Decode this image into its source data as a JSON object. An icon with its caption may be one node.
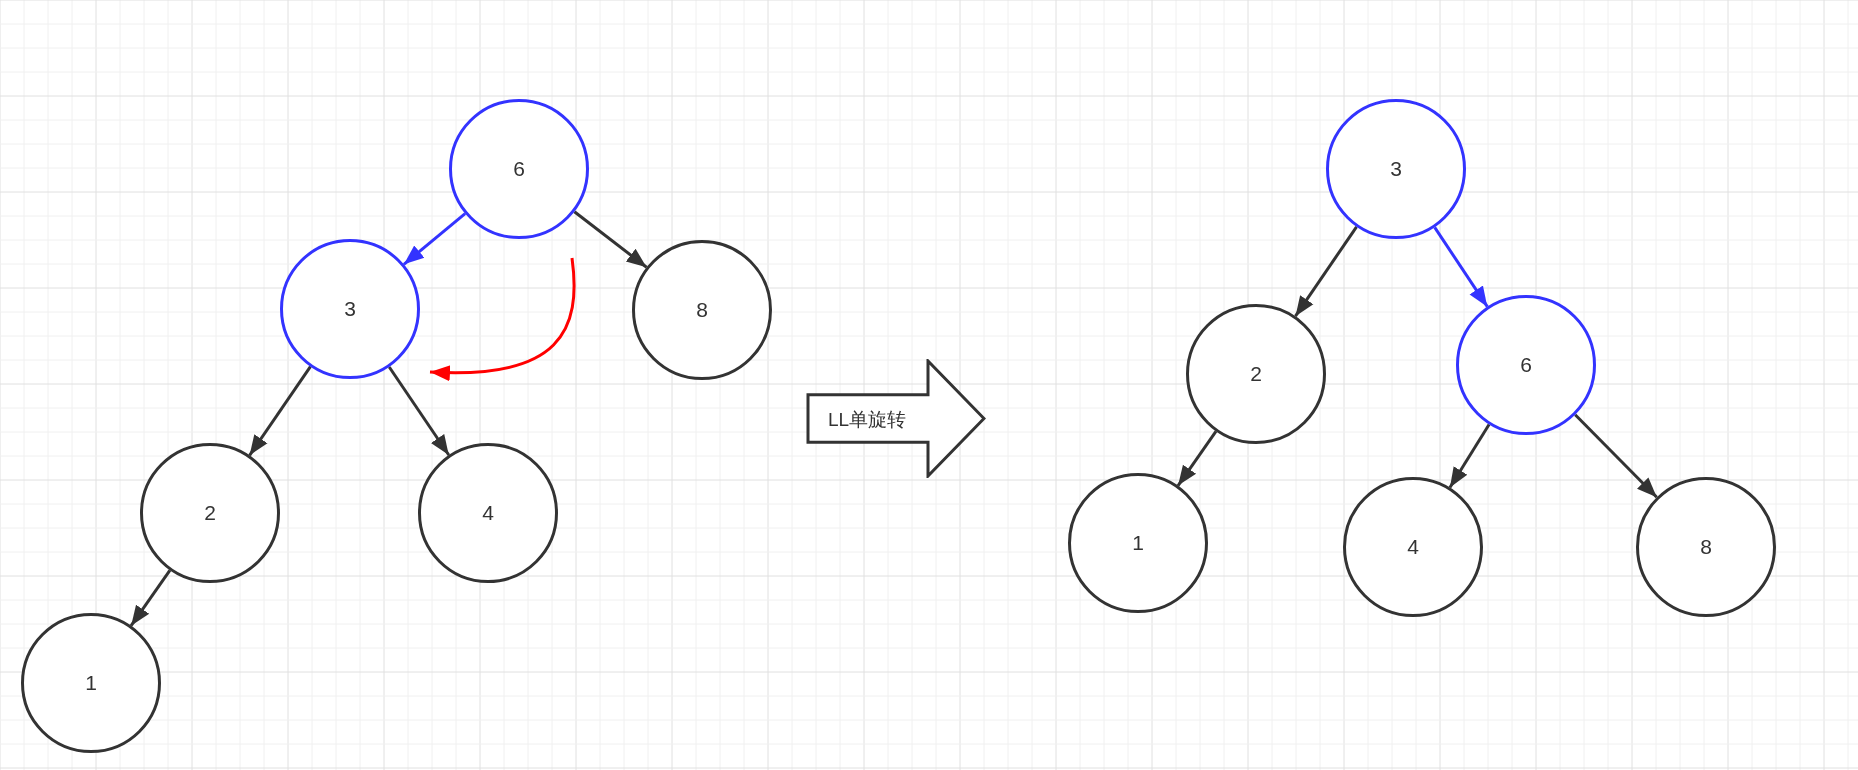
{
  "diagram": {
    "nodes": [
      {
        "text": [
          "6"
        ]
      },
      {
        "text": [
          "3"
        ]
      },
      {
        "text": [
          "8"
        ]
      },
      {
        "text": [
          "2"
        ]
      },
      {
        "text": [
          "4"
        ]
      },
      {
        "text": [
          "1"
        ]
      },
      {
        "text": [
          "LL单旋转"
        ]
      },
      {
        "text": [
          "3"
        ]
      },
      {
        "text": [
          "2"
        ]
      },
      {
        "text": [
          "6"
        ]
      },
      {
        "text": [
          "1"
        ]
      },
      {
        "text": [
          "4"
        ]
      },
      {
        "text": [
          "8"
        ]
      }
    ],
    "edges": [
      {
        "from": 0,
        "to": 1,
        "arrow": "to",
        "color": "#3333ff"
      },
      {
        "from": 0,
        "to": 2,
        "arrow": "to"
      },
      {
        "from": 1,
        "to": 3,
        "arrow": "to"
      },
      {
        "from": 1,
        "to": 4,
        "arrow": "to"
      },
      {
        "from": 3,
        "to": 5,
        "arrow": "to"
      },
      {
        "from": 7,
        "to": 8,
        "arrow": "to"
      },
      {
        "from": 7,
        "to": 9,
        "arrow": "to",
        "color": "#3333ff"
      },
      {
        "from": 8,
        "to": 10,
        "arrow": "to"
      },
      {
        "from": 9,
        "to": 11,
        "arrow": "to"
      },
      {
        "from": 9,
        "to": 12,
        "arrow": "to"
      }
    ]
  }
}
